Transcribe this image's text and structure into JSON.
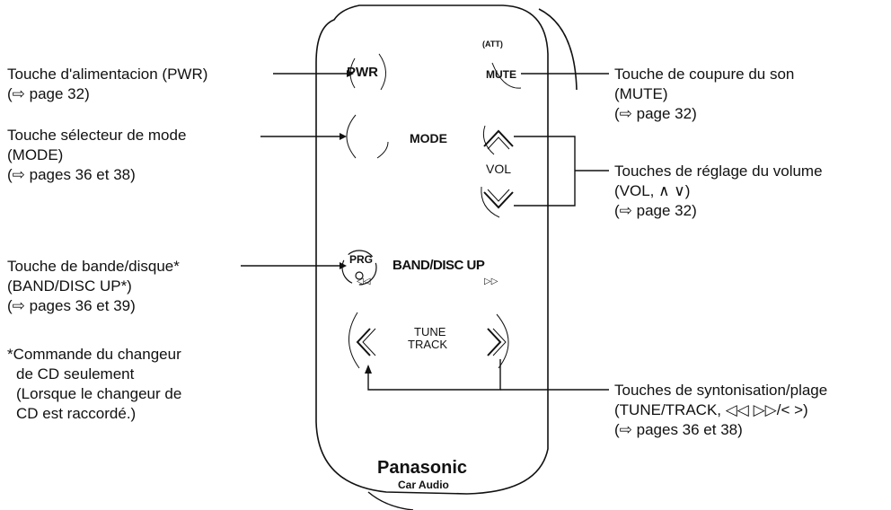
{
  "left_labels": {
    "pwr": [
      "Touche d'alimentacion (PWR)",
      "(⇨ page 32)"
    ],
    "mode": [
      "Touche sélecteur de mode",
      "(MODE)",
      "(⇨ pages 36 et 38)"
    ],
    "band": [
      "Touche de bande/disque*",
      "(BAND/DISC UP*)",
      "(⇨ pages 36 et 39)"
    ],
    "note": [
      "*Commande du changeur",
      "de CD seulement",
      "(Lorsque le changeur de",
      "CD est raccordé.)"
    ]
  },
  "right_labels": {
    "mute": [
      "Touche de coupure du son",
      "(MUTE)",
      "(⇨ page 32)"
    ],
    "vol": [
      "Touches de réglage du volume",
      "(VOL, ∧ ∨)",
      "(⇨ page 32)"
    ],
    "tune": [
      "Touches de syntonisation/plage",
      "(TUNE/TRACK, ◁◁ ▷▷/< >)",
      "(⇨ pages 36 et 38)"
    ]
  },
  "remote": {
    "att": "(ATT)",
    "pwr": "PWR",
    "mute": "MUTE",
    "mode": "MODE",
    "vol": "VOL",
    "prg": "PRG",
    "band": "BAND/DISC UP",
    "rew": "◁◁",
    "ff": "▷▷",
    "tune": "TUNE",
    "track": "TRACK",
    "brand": "Panasonic",
    "sub": "Car Audio"
  }
}
